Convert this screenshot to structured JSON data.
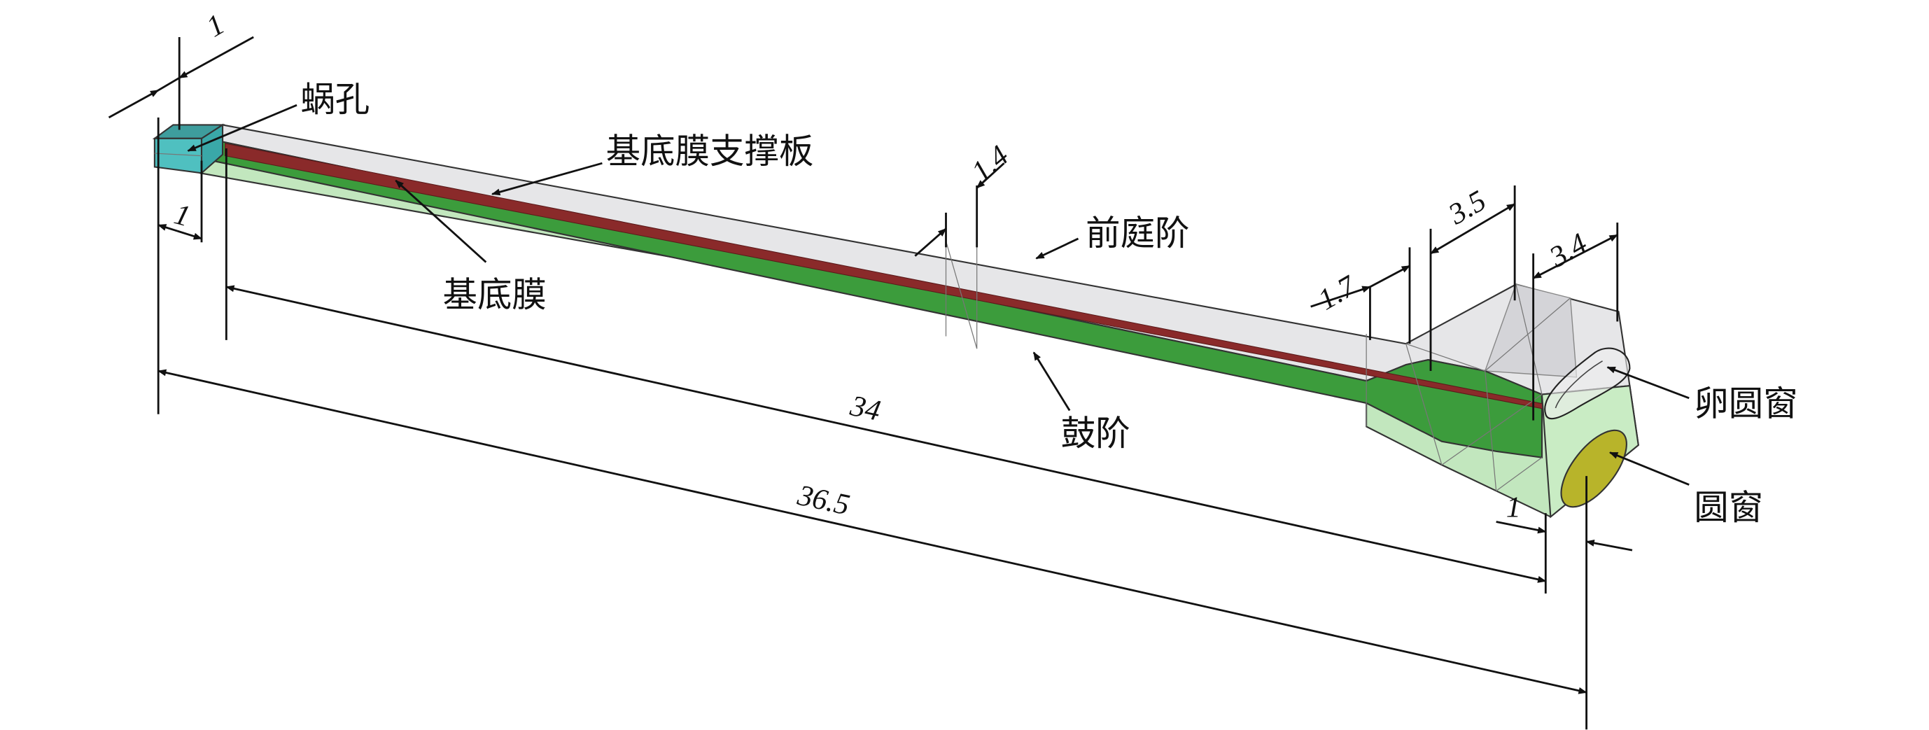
{
  "labels": {
    "helicotrema": "蜗孔",
    "bm_support": "基底膜支撑板",
    "basilar_membrane": "基底膜",
    "scala_vestibuli": "前庭阶",
    "scala_tympani": "鼓阶",
    "oval_window": "卵圆窗",
    "round_window": "圆窗"
  },
  "dimensions": {
    "helicotrema_width": "1",
    "helicotrema_depth": "1",
    "bm_length": "34",
    "total_length": "36.5",
    "apex_height": "1.4",
    "transition": "1.7",
    "vestibule_len": "3.5",
    "vestibule_height": "3.4",
    "base_offset": "1"
  },
  "colors": {
    "helicotrema": "#3fb3b3",
    "vestibuli": "#e6e6e8",
    "plate": "#3c9c3c",
    "membrane": "#8a2a2a",
    "tympani": "#bfe6bb",
    "round_window": "#b8b42a"
  }
}
